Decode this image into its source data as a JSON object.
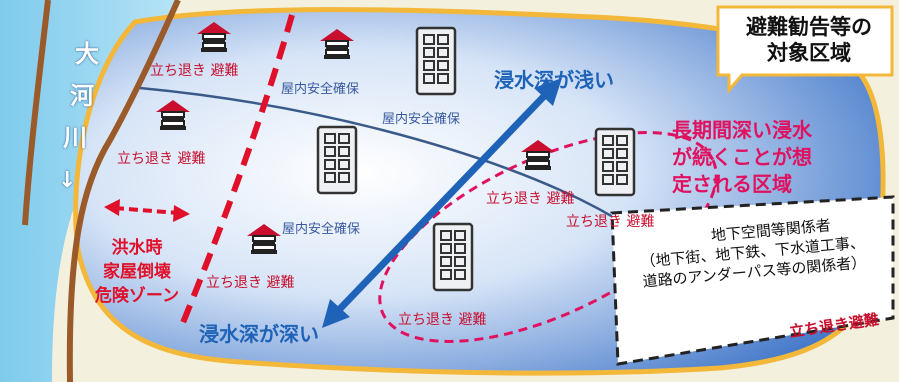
{
  "river": {
    "chars": [
      "大",
      "河",
      "川"
    ],
    "arrow": "↓"
  },
  "callout": {
    "line1": "避難勧告等の",
    "line2": "対象区域"
  },
  "depth": {
    "shallow": "浸水深が浅い",
    "deep": "浸水深が深い"
  },
  "long_flood": {
    "line1": "長期間深い浸水",
    "line2": "が続くことが想",
    "line3": "定される区域"
  },
  "danger_zone": {
    "line1": "洪水時",
    "line2": "家屋倒壊",
    "line3": "危険ゾーン"
  },
  "labels": {
    "evac_house_top": "立ち退き 避難",
    "indoor_top": "屋内安全確保",
    "evac_house_left": "立ち退き 避難",
    "indoor_center_building": "屋内安全確保",
    "evac_house_right": "立ち退き 避難",
    "evac_building_right": "立ち退き 避難",
    "indoor_center": "屋内安全確保",
    "evac_house_bottom": "立ち退き 避難",
    "evac_building_bottom": "立ち退き 避難"
  },
  "underground": {
    "line1": "地下空間等関係者",
    "line2": "（地下街、地下鉄、下水道工事、",
    "line3": "道路のアンダーパス等の関係者）",
    "evac": "立ち退き避難"
  },
  "colors": {
    "river": "#8fd3ef",
    "riverbank": "#9a5a2a",
    "land": "#f3f1de",
    "area_fill": "#4a7fd0",
    "area_border": "#f3b73a",
    "danger": "#e0102a",
    "long_flood": "#e0115f",
    "depth_arrow": "#1f63b8"
  },
  "icons": [
    "house-icon",
    "building-icon",
    "double-arrow-icon",
    "depth-arrow-icon"
  ]
}
